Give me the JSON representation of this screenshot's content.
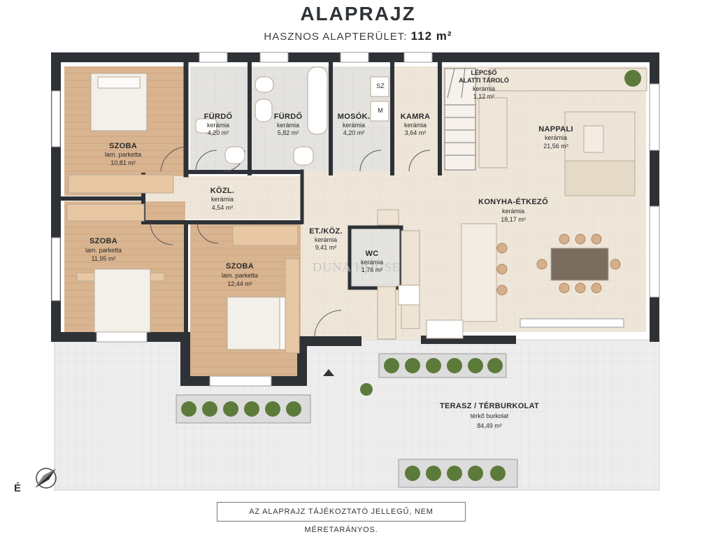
{
  "header": {
    "title": "ALAPRAJZ",
    "subtitle_prefix": "HASZNOS ALAPTERÜLET:",
    "subtitle_value": "112 m²"
  },
  "rooms": [
    {
      "id": "szoba1",
      "name": "SZOBA",
      "material": "lam. parketta",
      "area": "10,81 m²"
    },
    {
      "id": "furdo1",
      "name": "FÜRDŐ",
      "material": "kerámia",
      "area": "4,20 m²"
    },
    {
      "id": "furdo2",
      "name": "FÜRDŐ",
      "material": "kerámia",
      "area": "5,82 m²"
    },
    {
      "id": "mosok",
      "name": "MOSÓK.",
      "material": "kerámia",
      "area": "4,20 m²"
    },
    {
      "id": "kamra",
      "name": "KAMRA",
      "material": "kerámia",
      "area": "3,64 m²"
    },
    {
      "id": "lepcso",
      "name1": "LÉPCSŐ",
      "name2": "ALATTI TÁROLÓ",
      "material": "kerámia",
      "area": "1,12 m²"
    },
    {
      "id": "nappali",
      "name": "NAPPALI",
      "material": "kerámia",
      "area": "21,56 m²"
    },
    {
      "id": "kozl",
      "name": "KÖZL.",
      "material": "kerámia",
      "area": "4,54 m²"
    },
    {
      "id": "konyha",
      "name": "KONYHA-ÉTKEZŐ",
      "material": "kerámia",
      "area": "18,17 m²"
    },
    {
      "id": "szoba2",
      "name": "SZOBA",
      "material": "lam. parketta",
      "area": "11,95 m²"
    },
    {
      "id": "etkoz",
      "name": "ET./KÖZ.",
      "material": "kerámia",
      "area": "9,41 m²"
    },
    {
      "id": "wc",
      "name": "WC",
      "material": "kerámia",
      "area": "1,76 m²"
    },
    {
      "id": "szoba3",
      "name": "SZOBA",
      "material": "lam. parketta",
      "area": "12,44 m²"
    },
    {
      "id": "terasz",
      "name": "TERASZ / TÉRBURKOLAT",
      "material": "térkő burkolat",
      "area": "84,49 m²"
    }
  ],
  "fixtures": {
    "sz": "SZ",
    "m": "M"
  },
  "watermark": "DUNA HOUSE",
  "compass_letter": "É",
  "footer_note": "AZ ALAPRAJZ TÁJÉKOZTATÓ JELLEGŰ, NEM MÉRETARÁNYOS.",
  "colors": {
    "wall": "#2e3236",
    "parquet": "#d8b48f",
    "tile": "#e9e4dc",
    "tile_cool": "#e2e3e2",
    "terrace": "#ececec",
    "plant": "#5c7a3a"
  }
}
